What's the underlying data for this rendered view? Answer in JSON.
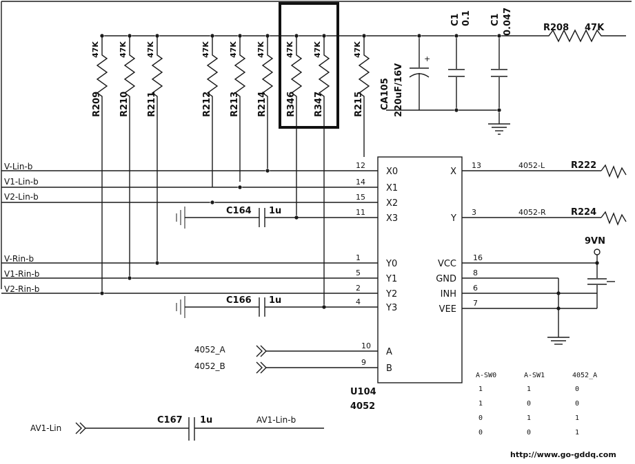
{
  "resistors": [
    {
      "ref": "R209",
      "value": "47K"
    },
    {
      "ref": "R210",
      "value": "47K"
    },
    {
      "ref": "R211",
      "value": "47K"
    },
    {
      "ref": "R212",
      "value": "47K"
    },
    {
      "ref": "R213",
      "value": "47K"
    },
    {
      "ref": "R214",
      "value": "47K"
    },
    {
      "ref": "R346",
      "value": "47K"
    },
    {
      "ref": "R347",
      "value": "47K"
    },
    {
      "ref": "R215",
      "value": "47K"
    }
  ],
  "r208": {
    "ref": "R208",
    "value": "47K"
  },
  "ca105": {
    "ref": "CA105",
    "value": "220uF/16V"
  },
  "c_top_left": {
    "ref": "C1",
    "value": "0.1"
  },
  "c_top_right": {
    "ref": "C1",
    "value": "0.047"
  },
  "capacitors": [
    {
      "ref": "C164",
      "value": "1u"
    },
    {
      "ref": "C166",
      "value": "1u"
    },
    {
      "ref": "C167",
      "value": "1u"
    }
  ],
  "signals_left": [
    "V-Lin-b",
    "V1-Lin-b",
    "V2-Lin-b",
    "V-Rin-b",
    "V1-Rin-b",
    "V2-Rin-b"
  ],
  "ic": {
    "ref": "U104",
    "part": "4052",
    "left_pins": [
      {
        "num": "12",
        "name": "X0"
      },
      {
        "num": "14",
        "name": "X1"
      },
      {
        "num": "15",
        "name": "X2"
      },
      {
        "num": "11",
        "name": "X3"
      },
      {
        "num": "1",
        "name": "Y0"
      },
      {
        "num": "5",
        "name": "Y1"
      },
      {
        "num": "2",
        "name": "Y2"
      },
      {
        "num": "4",
        "name": "Y3"
      },
      {
        "num": "10",
        "name": "A"
      },
      {
        "num": "9",
        "name": "B"
      }
    ],
    "right_pins": [
      {
        "num": "13",
        "name": "X"
      },
      {
        "num": "3",
        "name": "Y"
      },
      {
        "num": "16",
        "name": "VCC"
      },
      {
        "num": "8",
        "name": "GND"
      },
      {
        "num": "6",
        "name": "INH"
      },
      {
        "num": "7",
        "name": "VEE"
      }
    ]
  },
  "outputs": [
    {
      "net": "4052-L",
      "ref": "R222"
    },
    {
      "net": "4052-R",
      "ref": "R224"
    }
  ],
  "supply": "9VN",
  "control_inputs": [
    "4052_A",
    "4052_B"
  ],
  "av_input": {
    "port": "AV1-Lin",
    "net": "AV1-Lin-b"
  },
  "truth_table": {
    "headers": [
      "A-SW0",
      "A-SW1",
      "4052_A"
    ],
    "rows": [
      [
        "1",
        "1",
        "0"
      ],
      [
        "1",
        "0",
        "0"
      ],
      [
        "0",
        "1",
        "1"
      ],
      [
        "0",
        "0",
        "1"
      ]
    ]
  },
  "watermark": "http://www.go-gddq.com"
}
